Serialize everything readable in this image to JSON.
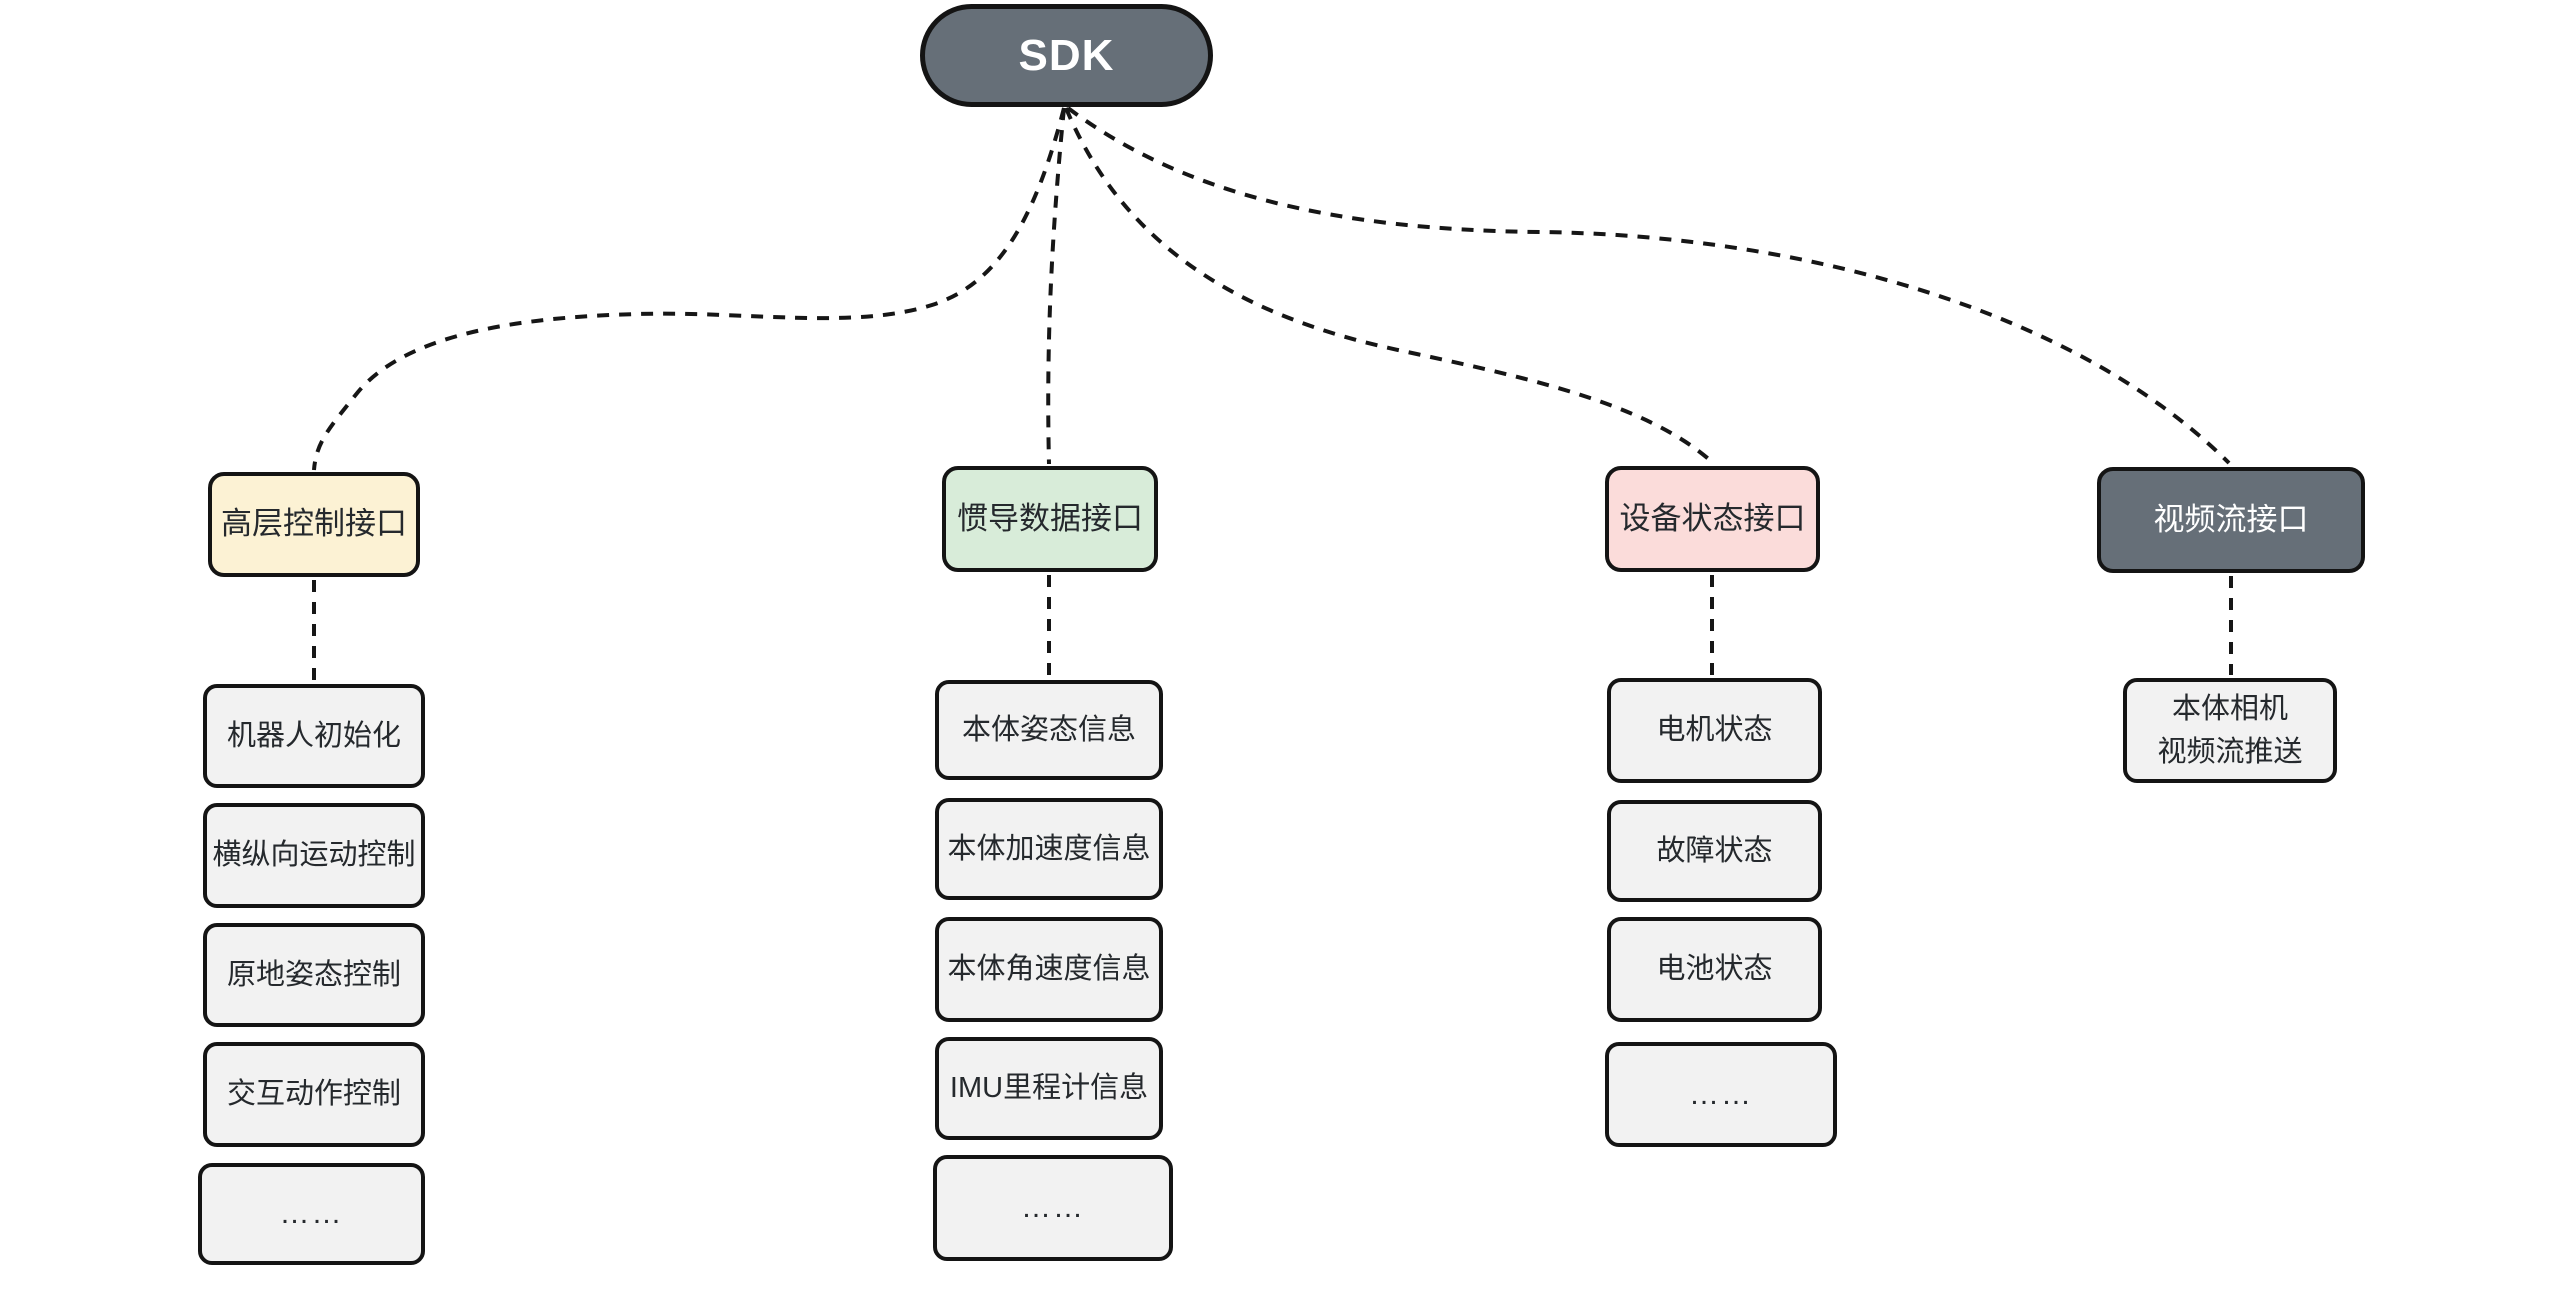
{
  "diagram": {
    "root": {
      "label": "SDK"
    },
    "colors": {
      "background": "#ffffff",
      "line": "#161616",
      "node_border": "#141414",
      "dark_node_bg": "#666f78",
      "dark_node_text": "#ffffff",
      "child_node_bg": "#f2f2f2",
      "text": "#25292d",
      "header_yellow": "#fcf2d4",
      "header_green": "#d8ecd9",
      "header_pink": "#fbdcda"
    },
    "columns": [
      {
        "header": {
          "label": "高层控制接口",
          "color": "#fcf2d4"
        },
        "children": [
          "机器人初始化",
          "横纵向运动控制",
          "原地姿态控制",
          "交互动作控制",
          "……"
        ]
      },
      {
        "header": {
          "label": "惯导数据接口",
          "color": "#d8ecd9"
        },
        "children": [
          "本体姿态信息",
          "本体加速度信息",
          "本体角速度信息",
          "IMU里程计信息",
          "……"
        ]
      },
      {
        "header": {
          "label": "设备状态接口",
          "color": "#fbdcda"
        },
        "children": [
          "电机状态",
          "故障状态",
          "电池状态",
          "……"
        ]
      },
      {
        "header": {
          "label": "视频流接口",
          "color": "#666f78",
          "text_color": "#ffffff"
        },
        "children": [
          "本体相机\n视频流推送"
        ]
      }
    ]
  }
}
